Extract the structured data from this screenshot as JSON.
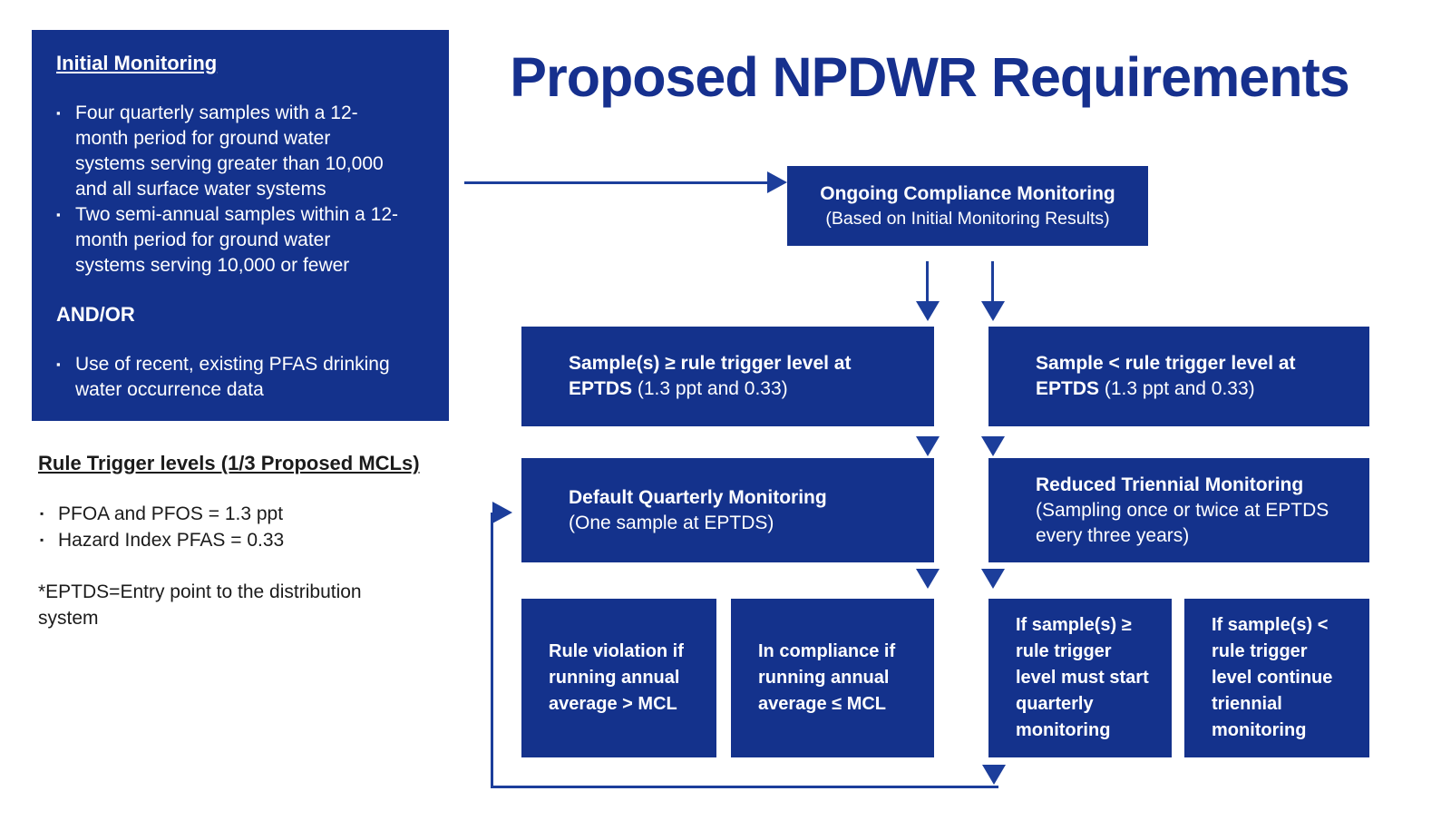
{
  "page": {
    "title": "Proposed NPDWR Requirements"
  },
  "colors": {
    "navy_box": "#14328c",
    "title_navy": "#16308e",
    "arrow_blue": "#1c3e9b",
    "body_text": "#1b1b1b",
    "box_text": "#ffffff"
  },
  "initial_monitoring": {
    "heading": "Initial Monitoring",
    "bullets": [
      "Four quarterly samples with a 12-month period for ground water systems serving greater than 10,000 and all surface water systems",
      "Two semi-annual samples within a 12-month period for ground water systems serving 10,000 or fewer"
    ],
    "connector": "AND/OR",
    "bullets2": [
      "Use of recent, existing PFAS drinking water occurrence data"
    ]
  },
  "rule_trigger": {
    "heading": "Rule Trigger levels (1/3 Proposed MCLs)",
    "bullets": [
      "PFOA and PFOS = 1.3 ppt",
      "Hazard Index PFAS = 0.33"
    ],
    "note": "*EPTDS=Entry point to the distribution system"
  },
  "flow": {
    "ongoing": {
      "title": "Ongoing Compliance Monitoring",
      "subtitle": "(Based on Initial Monitoring Results)"
    },
    "sample_ge": {
      "bold": "Sample(s) ≥ rule trigger level at EPTDS",
      "normal": "(1.3 ppt and 0.33)"
    },
    "sample_lt": {
      "bold": "Sample < rule trigger level at EPTDS",
      "normal": "(1.3 ppt and 0.33)"
    },
    "default_quarterly": {
      "bold": "Default Quarterly Monitoring",
      "normal": "(One sample at EPTDS)"
    },
    "reduced_triennial": {
      "bold": "Reduced Triennial Monitoring",
      "normal": "(Sampling once or twice at EPTDS every three years)"
    },
    "rule_violation": "Rule violation if running annual average > MCL",
    "in_compliance": "In compliance if running annual average ≤ MCL",
    "start_quarterly": "If sample(s) ≥ rule trigger level must start quarterly monitoring",
    "continue_triennial": "If sample(s) < rule trigger level continue triennial monitoring"
  }
}
